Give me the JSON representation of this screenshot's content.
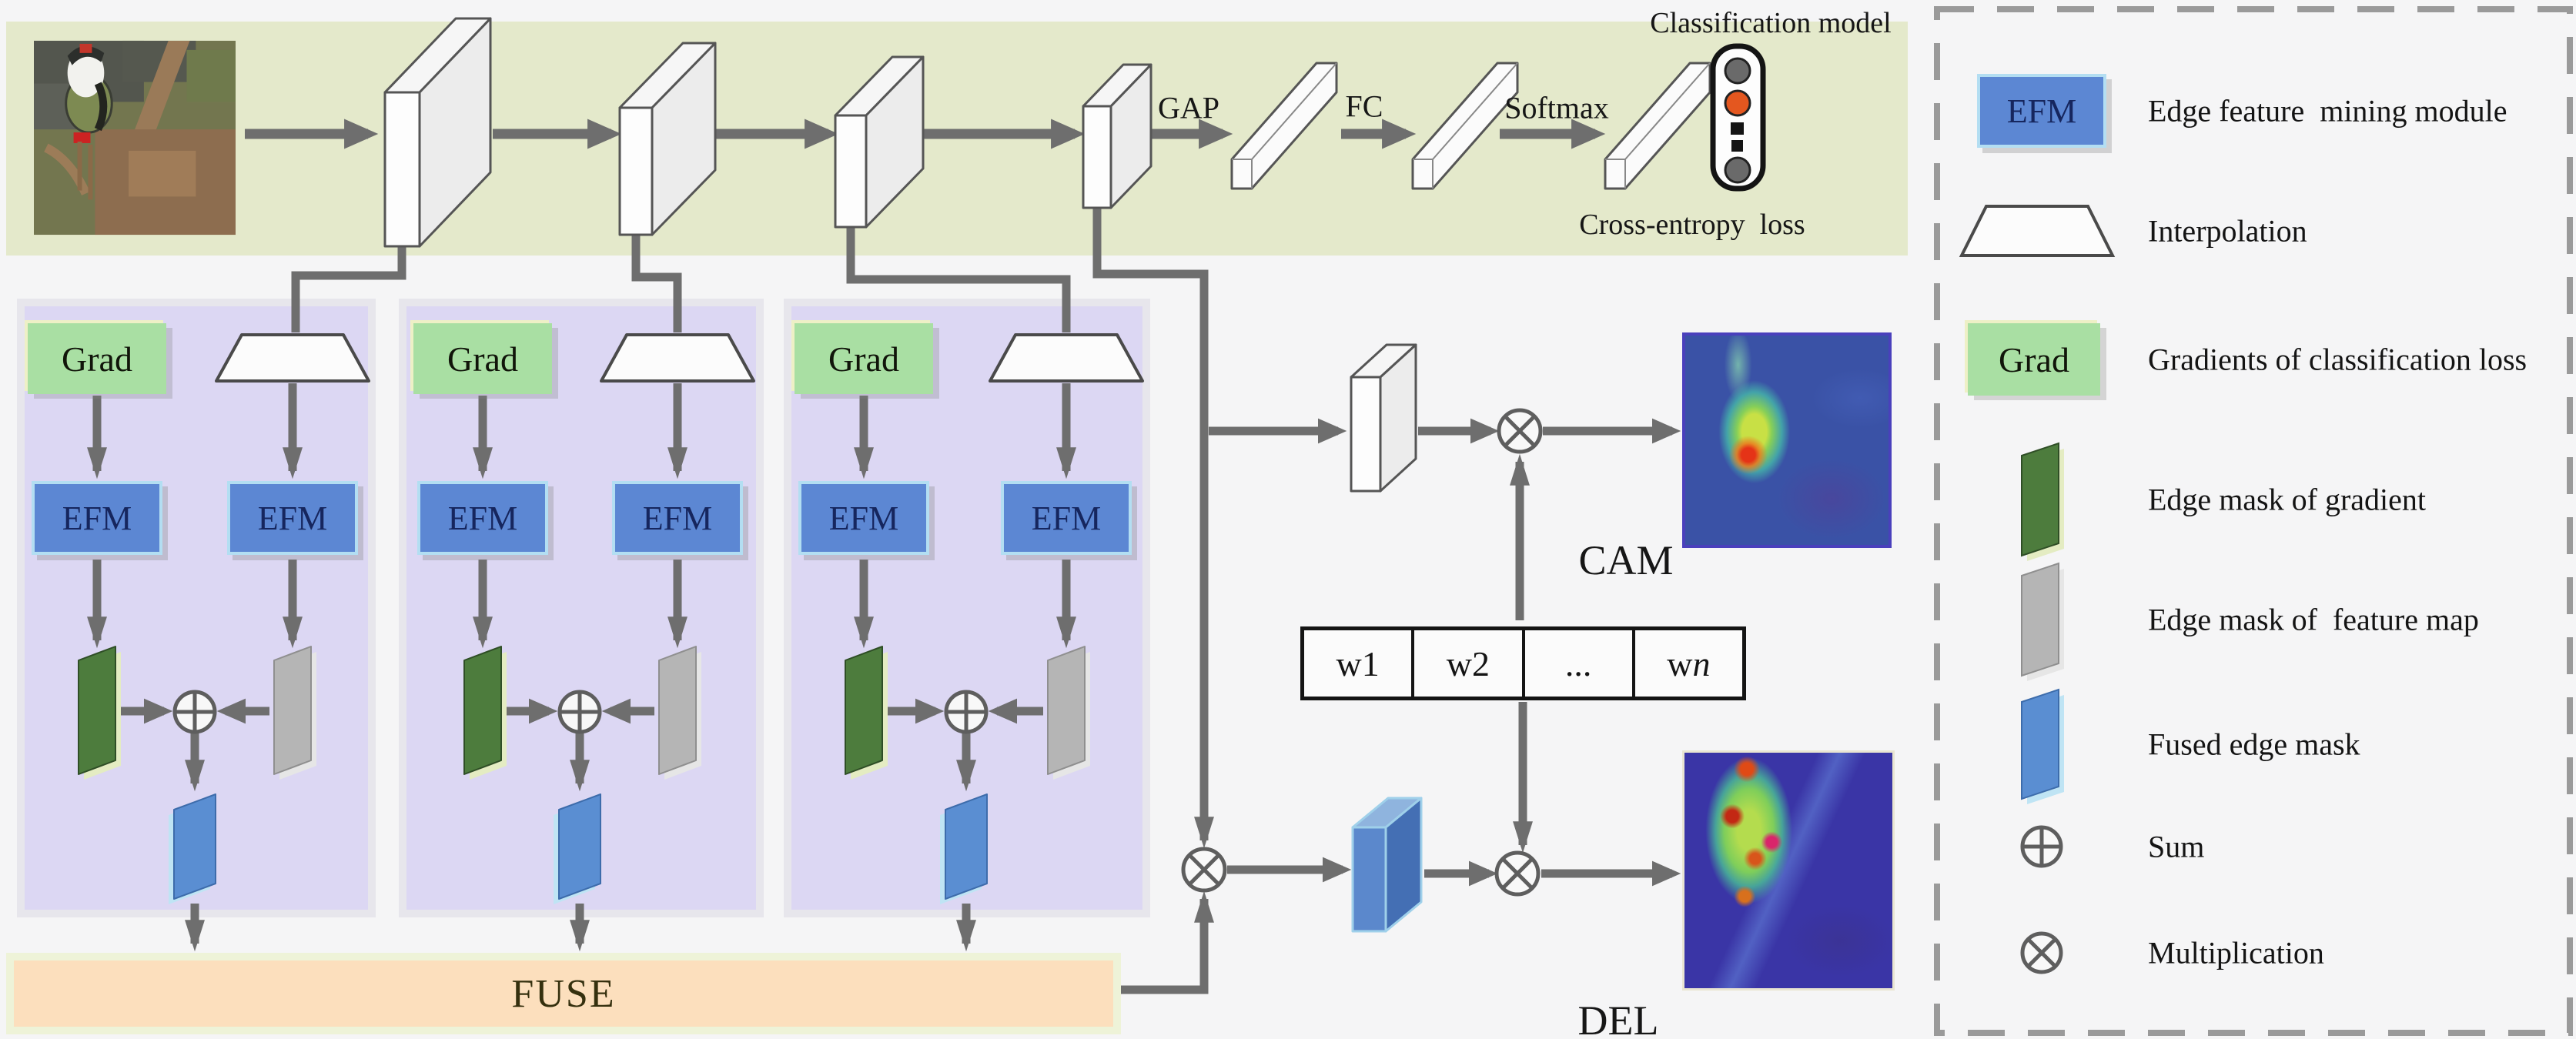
{
  "figure": {
    "backbone": {
      "gap_label": "GAP",
      "fc_label": "FC",
      "softmax_label": "Softmax",
      "classification_model_label": "Classification model",
      "cross_entropy_label": "Cross-entropy  loss"
    },
    "branch_panels": [
      {
        "grad_label": "Grad",
        "efm_grad_label": "EFM",
        "efm_feat_label": "EFM"
      },
      {
        "grad_label": "Grad",
        "efm_grad_label": "EFM",
        "efm_feat_label": "EFM"
      },
      {
        "grad_label": "Grad",
        "efm_grad_label": "EFM",
        "efm_feat_label": "EFM"
      }
    ],
    "fuse_label": "FUSE",
    "cam_label": "CAM",
    "del_label": "DEL",
    "weight_table": {
      "cells": [
        {
          "t": "w1",
          "suffix": ""
        },
        {
          "t": "w2",
          "suffix": ""
        },
        {
          "t": "...",
          "suffix": ""
        },
        {
          "t": "w",
          "suffix": "n"
        }
      ]
    }
  },
  "legend": {
    "items": [
      {
        "icon": "efm-box",
        "icon_label": "EFM",
        "label": "Edge feature  mining module"
      },
      {
        "icon": "trapezoid",
        "label": "Interpolation"
      },
      {
        "icon": "grad-box",
        "icon_label": "Grad",
        "label": "Gradients of classification loss"
      },
      {
        "icon": "green-mask",
        "label": "Edge mask of gradient"
      },
      {
        "icon": "gray-mask",
        "label": "Edge mask of  feature map"
      },
      {
        "icon": "blue-mask",
        "label": "Fused edge mask"
      },
      {
        "icon": "sum-icon",
        "label": "Sum"
      },
      {
        "icon": "multiply-icon",
        "label": "Multiplication"
      }
    ]
  },
  "colors": {
    "top_band": "#e4e9cb",
    "panel": "#dcd7f3",
    "efm_fill": "#5c87d3",
    "efm_border": "#b3def2",
    "grad_fill": "#a9dfa3",
    "fuse_fill": "#fcdfbd",
    "fuse_border": "#eef3d8",
    "arrow": "#6e6e6e",
    "green_mask": "#4d7c3d",
    "gray_mask": "#b5b5b5",
    "blue_mask": "#5a8ed2",
    "traffic_orange": "#e4571f",
    "heatmap_base_cam": "#3a52a6",
    "heatmap_base_del": "#3a35a6"
  }
}
